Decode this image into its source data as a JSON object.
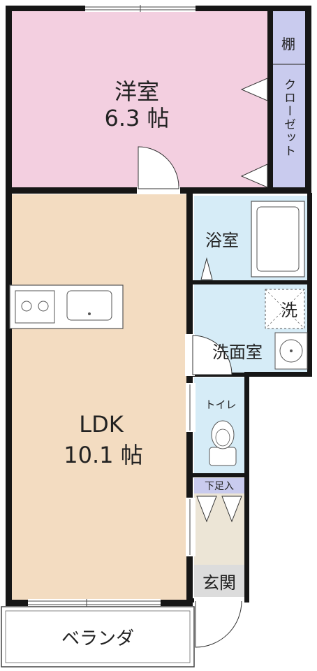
{
  "rooms": {
    "western": {
      "name": "洋室",
      "size": "6.3 帖"
    },
    "ldk": {
      "name": "LDK",
      "size": "10.1 帖"
    },
    "shelf": {
      "name": "棚"
    },
    "closet": {
      "name": "クローゼット"
    },
    "bath": {
      "name": "浴室"
    },
    "washer": {
      "name": "洗"
    },
    "washroom": {
      "name": "洗面室"
    },
    "toilet": {
      "name": "トイレ"
    },
    "shoe_box": {
      "name": "下足入"
    },
    "entrance": {
      "name": "玄関"
    },
    "balcony": {
      "name": "ベランダ"
    }
  },
  "colors": {
    "western": "#f3cfe0",
    "ldk": "#f3dcc1",
    "closet": "#c9cbee",
    "wet": "#d6ecf7",
    "entrance": "#ece5d6",
    "wall": "#161616"
  }
}
